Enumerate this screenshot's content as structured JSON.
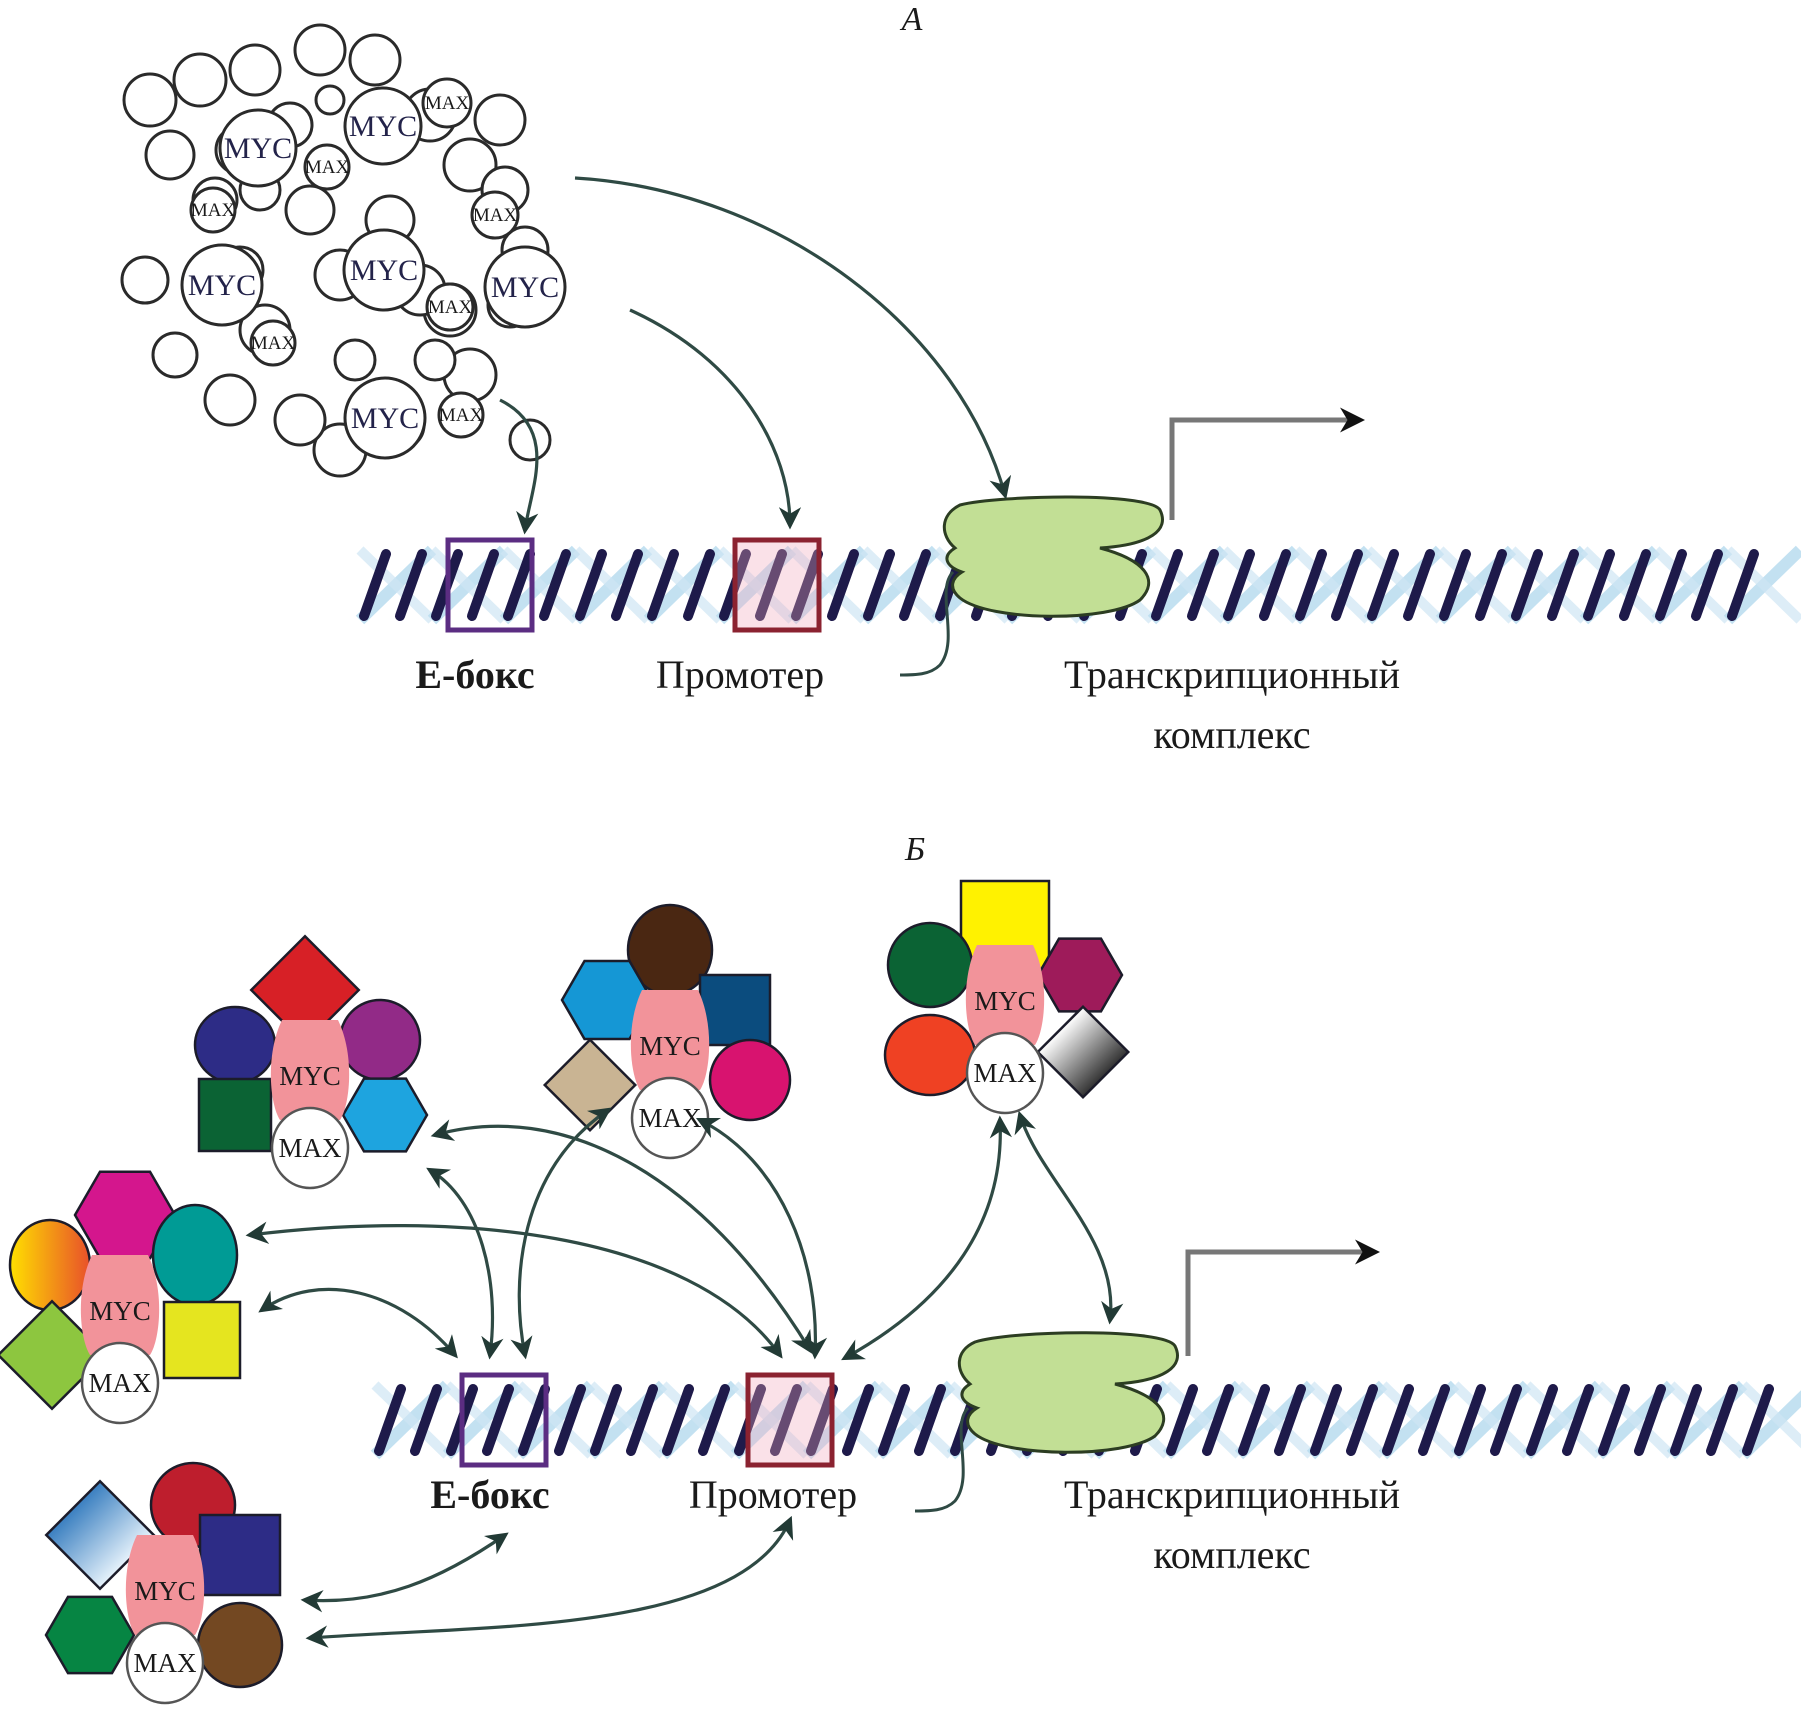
{
  "figure": {
    "panels": [
      {
        "id": "A",
        "letter": "А",
        "cluster_label_myc": "MYC",
        "cluster_label_max": "MAX",
        "labels": {
          "ebox": "Е-бокс",
          "promoter": "Промотер",
          "complex_line1": "Транскрипционный",
          "complex_line2": "комплекс"
        }
      },
      {
        "id": "B",
        "letter": "Б",
        "labels": {
          "ebox": "Е-бокс",
          "promoter": "Промотер",
          "complex_line1": "Транскрипционный",
          "complex_line2": "комплекс"
        },
        "complex_myc": "MYC",
        "complex_max": "MAX"
      }
    ],
    "colors": {
      "myc_core": "#f2939a",
      "dna_backbone": "#1e1a4a",
      "dna_strand_light": "#b9dcef",
      "ebox_frame": "#5b2d82",
      "promoter_frame": "#8b2230",
      "transcription_complex": "#c2df95",
      "arrow": "#2f4a44"
    }
  }
}
